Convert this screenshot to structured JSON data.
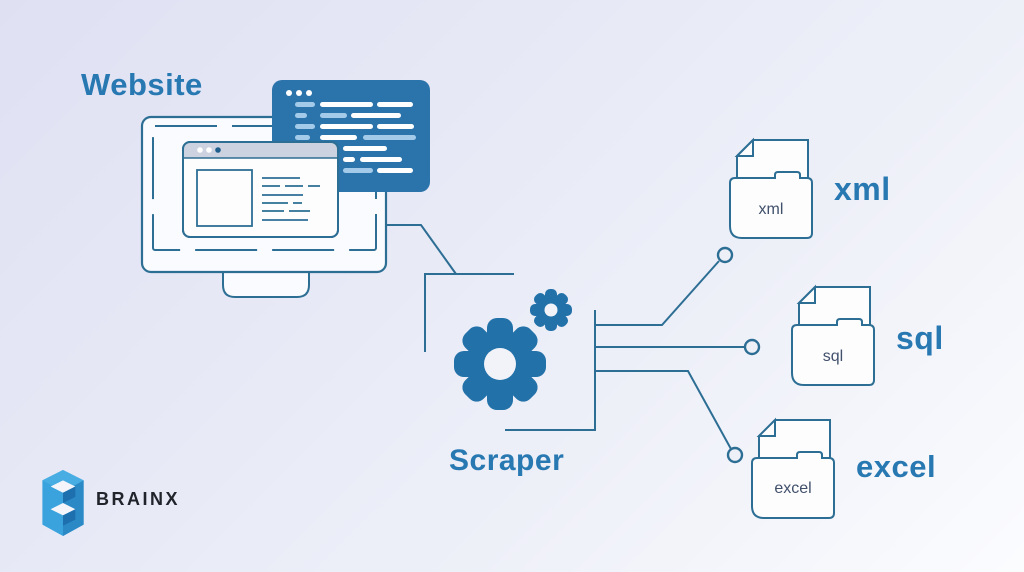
{
  "diagram": {
    "website_label": "Website",
    "scraper_label": "Scraper",
    "outputs": [
      {
        "name": "xml",
        "folder_text": "xml",
        "label": "xml"
      },
      {
        "name": "sql",
        "folder_text": "sql",
        "label": "sql"
      },
      {
        "name": "excel",
        "folder_text": "excel",
        "label": "excel"
      }
    ],
    "colors": {
      "accent_label_blue": "#2878b2",
      "outline_teal_blue": "#2d6e94",
      "gear_blue": "#2272a9",
      "code_window_blue": "#2b74ab",
      "code_pill_light": "#a3cbe9",
      "browser_header_gray": "#ccd2df",
      "brand_light_blue": "#3fa9e1",
      "brand_dark_blue": "#1d6fae",
      "background_lavender": "#dfe1f3"
    }
  },
  "brand": {
    "name": "BRAINX"
  }
}
